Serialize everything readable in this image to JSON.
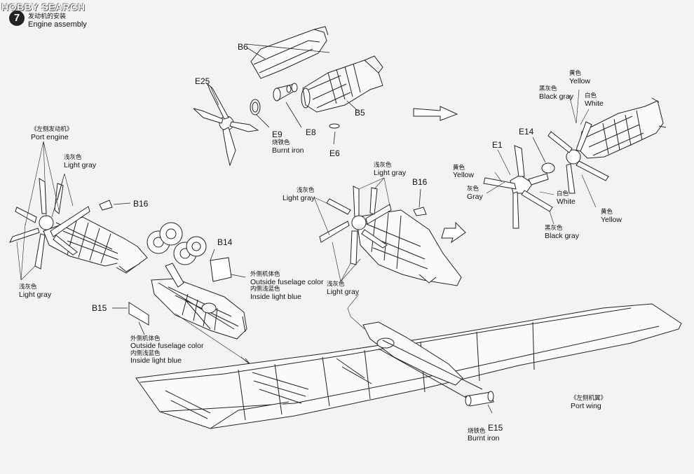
{
  "watermark": "HOBBY SEARCH",
  "step": {
    "number": "7",
    "title_cn": "发动机的安装",
    "title_en": "Engine assembly"
  },
  "labels": {
    "b6": "B6",
    "e25": "E25",
    "b5": "B5",
    "e9": "E9",
    "e9_color_cn": "烧铁色",
    "e9_color_en": "Burnt iron",
    "e8": "E8",
    "e6": "E6",
    "port_engine_cn": "《左侧发动机》",
    "port_engine_en": "Port engine",
    "light_gray_cn": "浅灰色",
    "light_gray_en": "Light gray",
    "b16": "B16",
    "b14": "B14",
    "b15": "B15",
    "outside_cn": "外侧机体色",
    "outside_en": "Outside fuselage color",
    "inside_cn": "内侧浅蓝色",
    "inside_en": "Inside light blue",
    "e15": "E15",
    "e15_color_cn": "烧铁色",
    "e15_color_en": "Burnt iron",
    "port_wing_cn": "《左侧机翼》",
    "port_wing_en": "Port wing",
    "yellow_cn": "黄色",
    "yellow_en": "Yellow",
    "black_gray_cn": "黑灰色",
    "black_gray_en": "Black gray",
    "white_cn": "白色",
    "white_en": "White",
    "gray_cn": "灰色",
    "gray_en": "Gray",
    "e14": "E14",
    "e1": "E1"
  }
}
